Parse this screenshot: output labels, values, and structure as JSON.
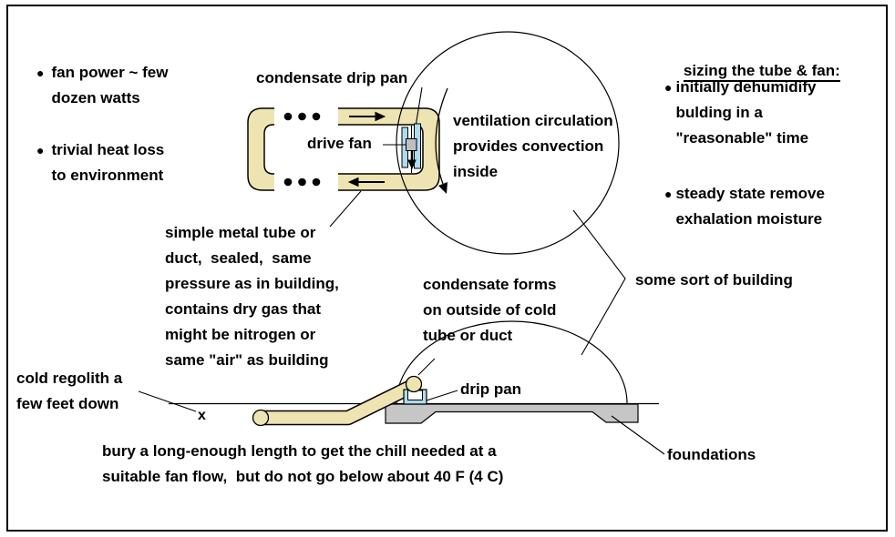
{
  "colors": {
    "tube_tan": "#EDE4B2",
    "pan_blue": "#ADDCEE",
    "foundation_gray": "#C6C6C6",
    "fan_gray": "#BFBFBF",
    "ink": "#000000",
    "background": "#FFFFFF"
  },
  "notes_left": {
    "bullet_glyph": "●",
    "items": [
      {
        "text": "fan power ~ few\ndozen watts"
      },
      {
        "text": "trivial heat loss\nto environment"
      }
    ]
  },
  "sizing": {
    "title": "sizing the tube & fan:",
    "bullet_glyph": "●",
    "items": [
      {
        "text": "initially dehumidify\nbulding in a\n\"reasonable\" time"
      },
      {
        "text": "steady state remove\nexhalation moisture"
      }
    ]
  },
  "labels": {
    "condensate_drip_pan": "condensate drip pan",
    "drive_fan": "drive fan",
    "ventilation": "ventilation circulation\nprovides convection\ninside",
    "simple_tube": "simple metal tube or\nduct,  sealed,  same\npressure as in building,\ncontains dry gas that\nmight be nitrogen or\nsame \"air\" as building",
    "condensate_forms": "condensate forms\non outside of cold\ntube or duct",
    "some_building": "some sort of building",
    "cold_regolith": "cold regolith a\nfew feet down",
    "x_marker": "x",
    "drip_pan": "drip pan",
    "foundations": "foundations",
    "bury_note": "bury a long-enough length to get the chill needed at a\nsuitable fan flow,  but do not go below about 40 F (4 C)"
  }
}
